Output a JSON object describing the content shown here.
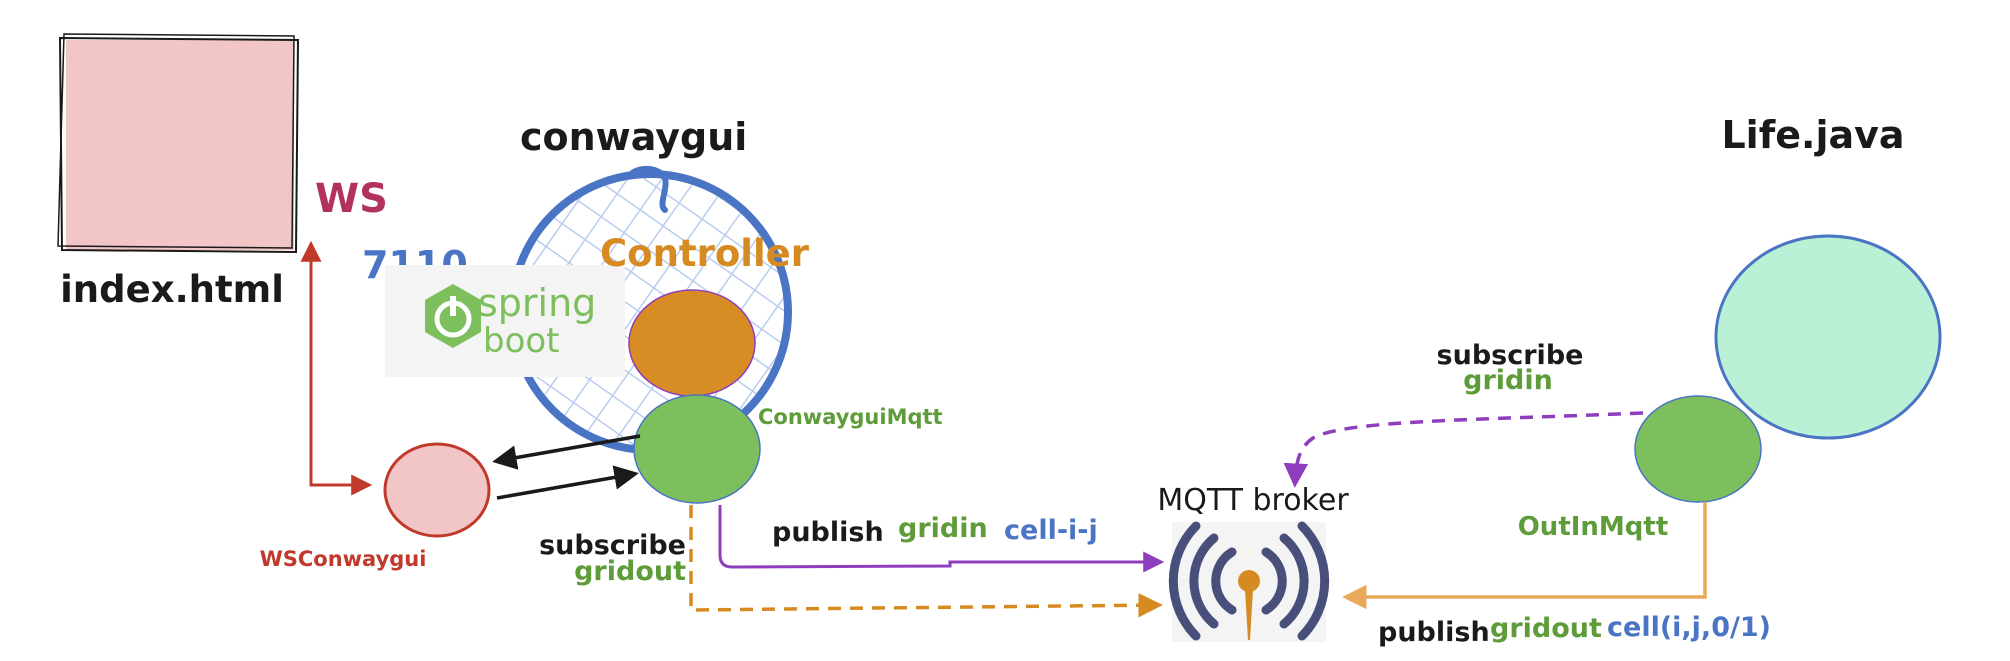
{
  "colors": {
    "blue": "#4a74c4",
    "green": "#5e9c3a",
    "orange": "#d68a22",
    "red": "#c0392b",
    "magenta": "#b3325c",
    "purple": "#8e3dbd",
    "black": "#1a1a1a",
    "node_green": "#7cbf5c",
    "node_orange": "#d88c24",
    "node_pink": "#f2c6c6",
    "node_mint": "#b9f0d6",
    "broker_icon": "#474f7a",
    "broker_core": "#d68a22"
  },
  "labels": {
    "index_html": "index.html",
    "ws": "WS",
    "port": "7110",
    "conwaygui": "conwaygui",
    "controller": "Controller",
    "spring": "spring",
    "boot": "boot",
    "conwaygui_mqtt": "ConwayguiMqtt",
    "ws_conwaygui": "WSConwaygui",
    "subscribe_left": "subscribe",
    "gridout_left": "gridout",
    "publish_top": "publish",
    "gridin_top": "gridin",
    "cell_ij": "cell-i-j",
    "mqtt_broker": "MQTT broker",
    "life_java": "Life.java",
    "subscribe_right": "subscribe",
    "gridin_right": "gridin",
    "outin_mqtt": "OutInMqtt",
    "publish_bottom": "publish",
    "gridout_bottom": "gridout",
    "cell_ij01": "cell(i,j,0/1)"
  },
  "icons": {
    "spring_boot": "power-icon",
    "broker": "antenna-icon"
  }
}
